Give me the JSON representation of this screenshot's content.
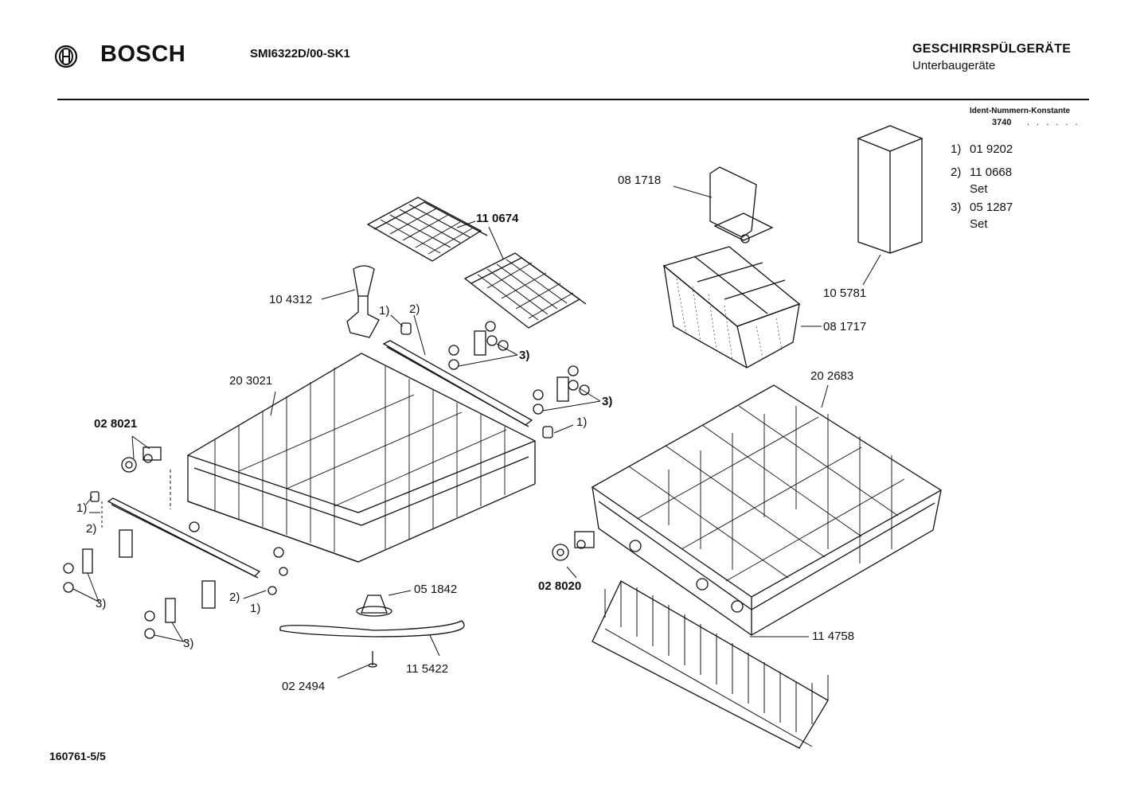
{
  "header": {
    "brand": "BOSCH",
    "model": "SMI6322D/00-SK1",
    "category_line1": "GESCHIRRSPÜLGERÄTE",
    "category_line2": "Unterbaugeräte"
  },
  "ident": {
    "title": "Ident-Nummern-Konstante",
    "prefix": "3740",
    "dots": ". . . . . ."
  },
  "footnotes": [
    {
      "key": "1)",
      "value": "01 9202",
      "note": ""
    },
    {
      "key": "2)",
      "value": "11 0668",
      "note": "Set"
    },
    {
      "key": "3)",
      "value": "05 1287",
      "note": "Set"
    }
  ],
  "parts": {
    "p110674": "11 0674",
    "p104312": "10 4312",
    "p081718": "08 1718",
    "p105781": "10 5781",
    "p081717": "08 1717",
    "p203021": "20 3021",
    "p202683": "20 2683",
    "p028021": "02 8021",
    "p028020": "02 8020",
    "p051842": "05 1842",
    "p115422": "11 5422",
    "p022494": "02 2494",
    "p114758": "11 4758"
  },
  "refs": {
    "r1": "1)",
    "r2": "2)",
    "r3": "3)"
  },
  "footer": {
    "code": "160761-5/5"
  }
}
